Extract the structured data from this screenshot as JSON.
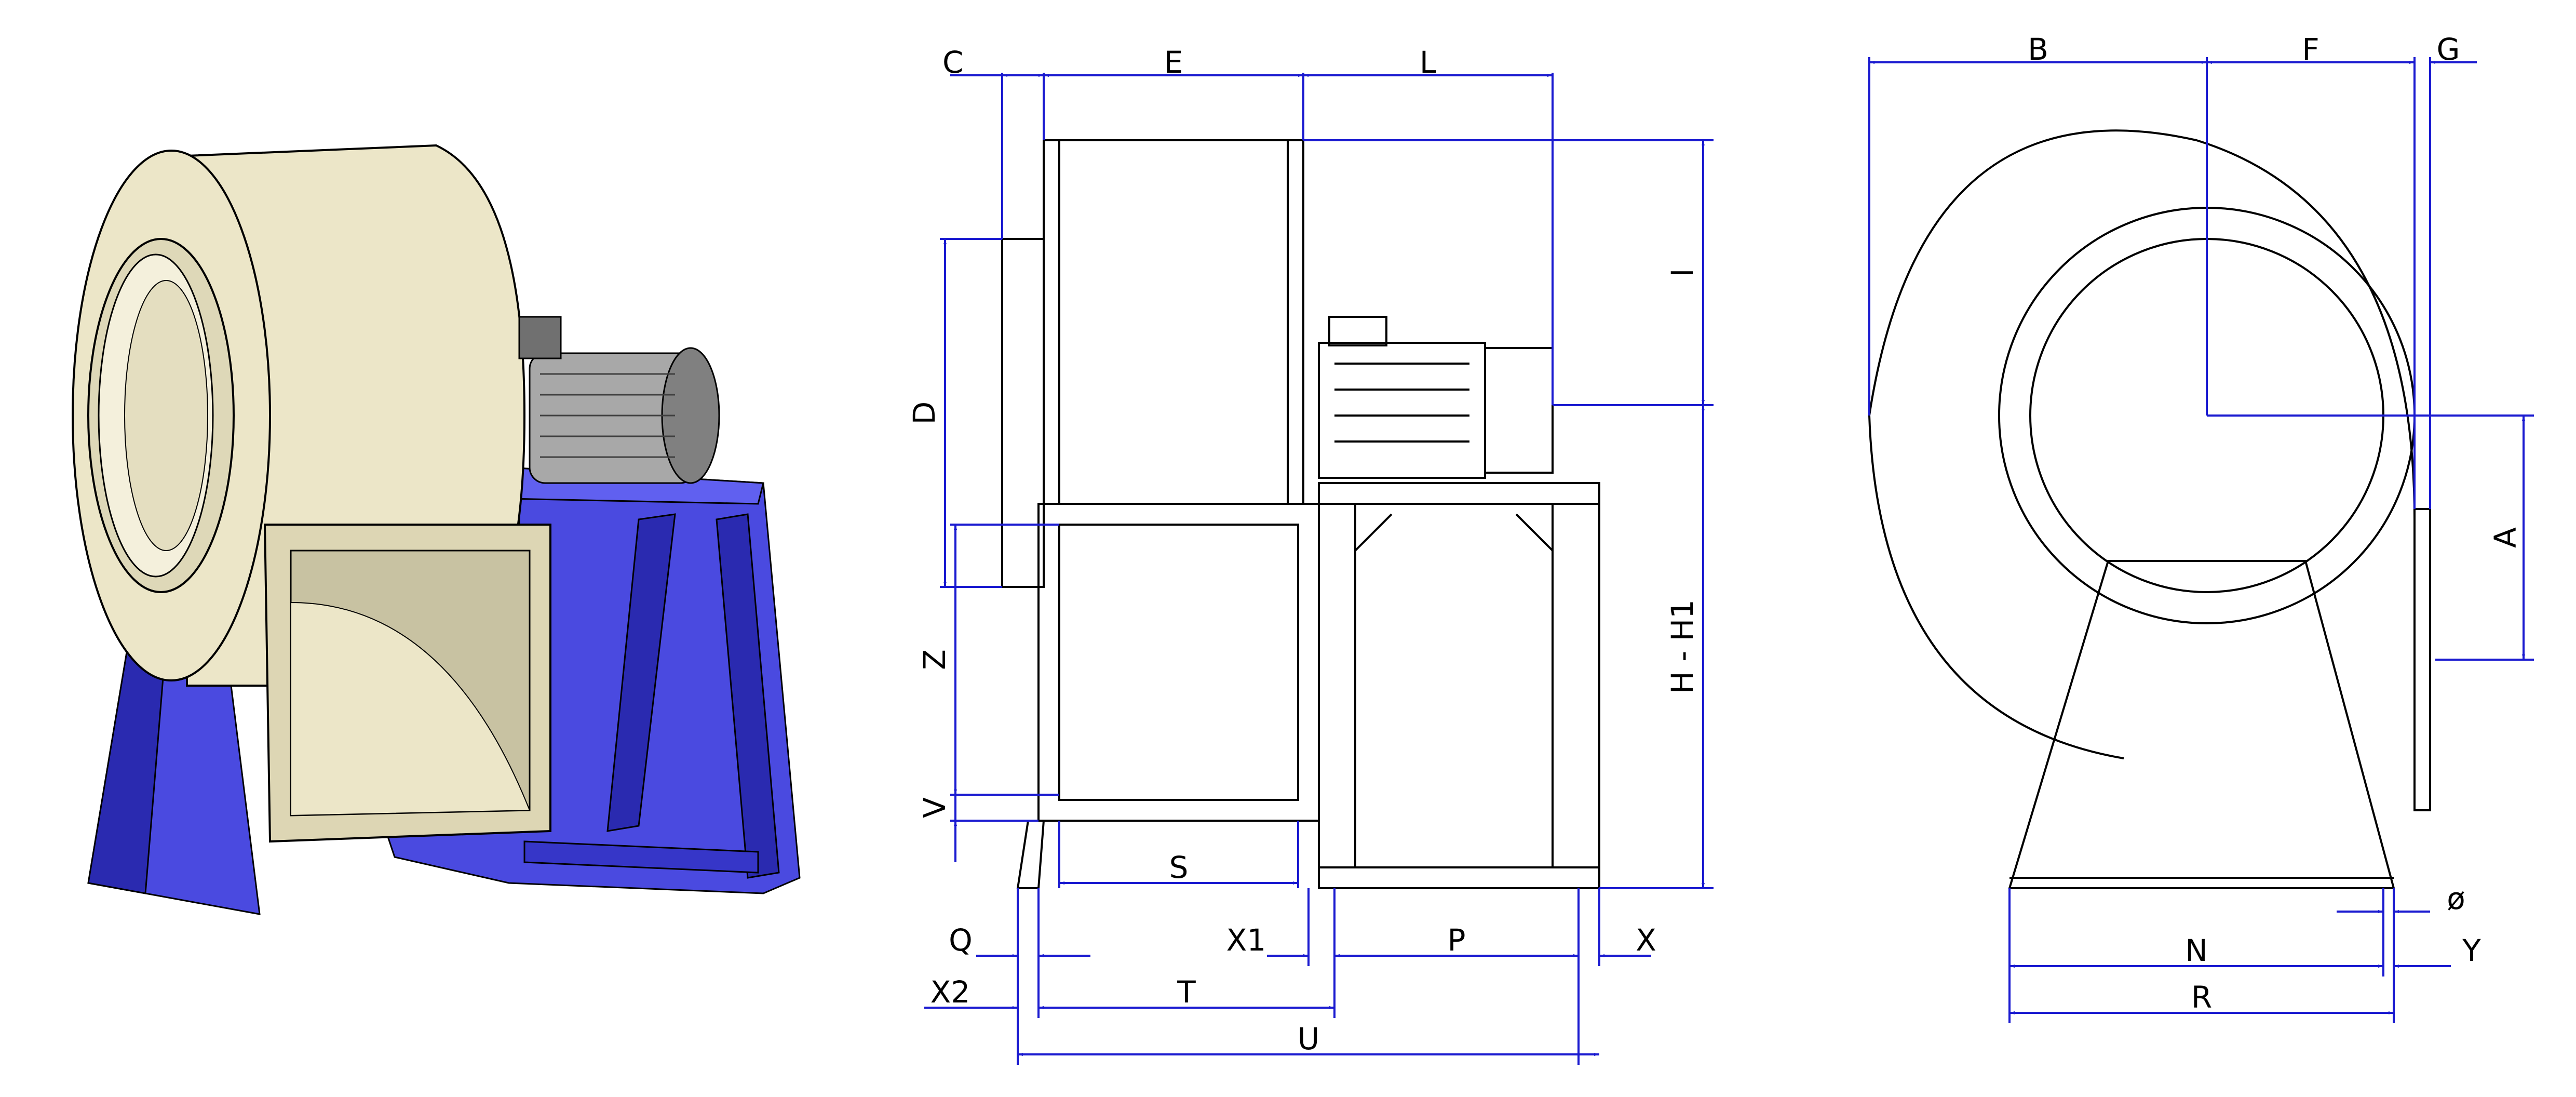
{
  "colors": {
    "dimension": "#1a1ad0",
    "outline": "#000000",
    "housing": "#ece6c8",
    "housing_shade": "#c8c2a2",
    "base": "#4a4ae0",
    "base_dark": "#2a2ab0",
    "motor": "#a8a8a8",
    "motor_dark": "#707070"
  },
  "views": {
    "iso": {
      "name": "isometric-fan-render"
    },
    "side": {
      "name": "side-elevation-view"
    },
    "front": {
      "name": "front-elevation-view"
    }
  },
  "labels": {
    "side": {
      "C": "C",
      "E": "E",
      "L": "L",
      "I": "I",
      "D": "D",
      "Z": "Z",
      "V": "V",
      "S": "S",
      "H_H1": "H - H1",
      "Q": "Q",
      "X1": "X1",
      "P": "P",
      "X": "X",
      "X2": "X2",
      "T": "T",
      "U": "U"
    },
    "front": {
      "B": "B",
      "F": "F",
      "G": "G",
      "A": "A",
      "phi": "ø",
      "N": "N",
      "Y": "Y",
      "R": "R"
    }
  }
}
